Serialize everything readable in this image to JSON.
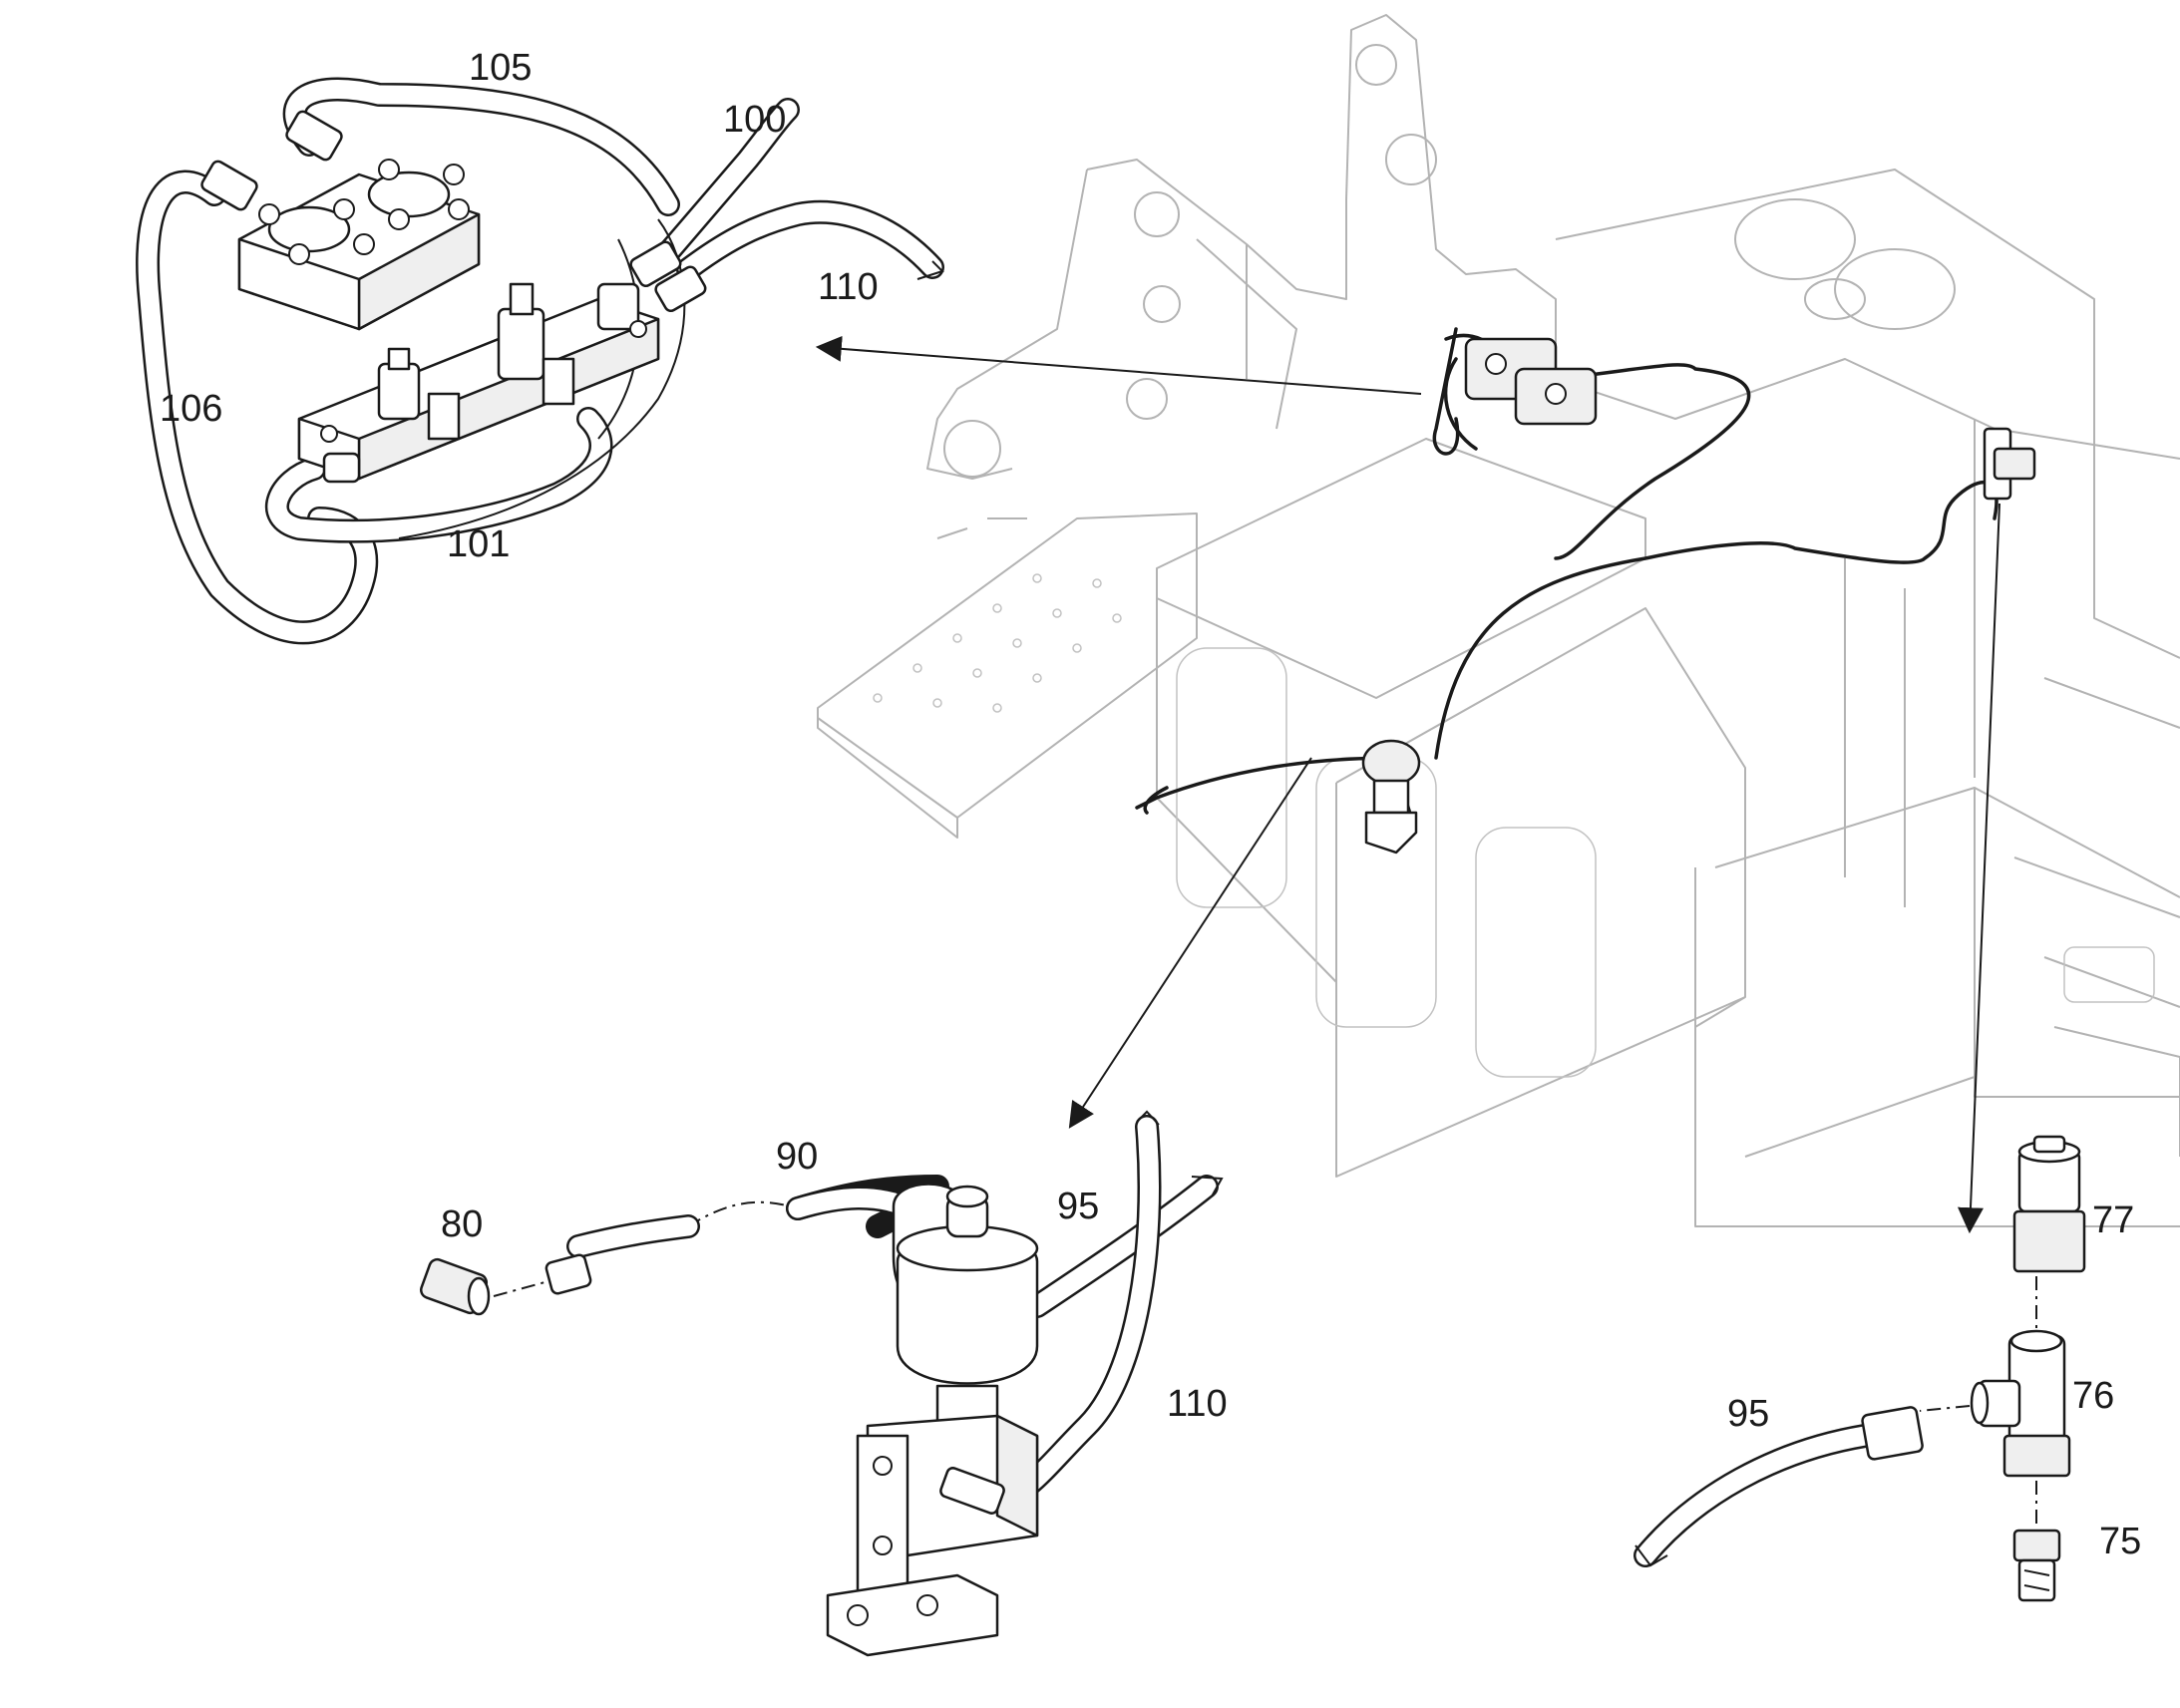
{
  "diagram": {
    "callouts": [
      {
        "id": "c105",
        "label": "105"
      },
      {
        "id": "c100",
        "label": "100"
      },
      {
        "id": "c110a",
        "label": "110"
      },
      {
        "id": "c106",
        "label": "106"
      },
      {
        "id": "c101",
        "label": "101"
      },
      {
        "id": "c90",
        "label": "90"
      },
      {
        "id": "c80",
        "label": "80"
      },
      {
        "id": "c95a",
        "label": "95"
      },
      {
        "id": "c110b",
        "label": "110"
      },
      {
        "id": "c77",
        "label": "77"
      },
      {
        "id": "c76",
        "label": "76"
      },
      {
        "id": "c95b",
        "label": "95"
      },
      {
        "id": "c75",
        "label": "75"
      }
    ],
    "colors": {
      "line": "#1a1a1a",
      "frame": "#b3b3b3",
      "background": "#ffffff"
    },
    "icons": [
      "valve-block-assembly-icon",
      "accumulator-icon",
      "pressure-switch-fitting-icon",
      "machine-frame-icon"
    ]
  }
}
